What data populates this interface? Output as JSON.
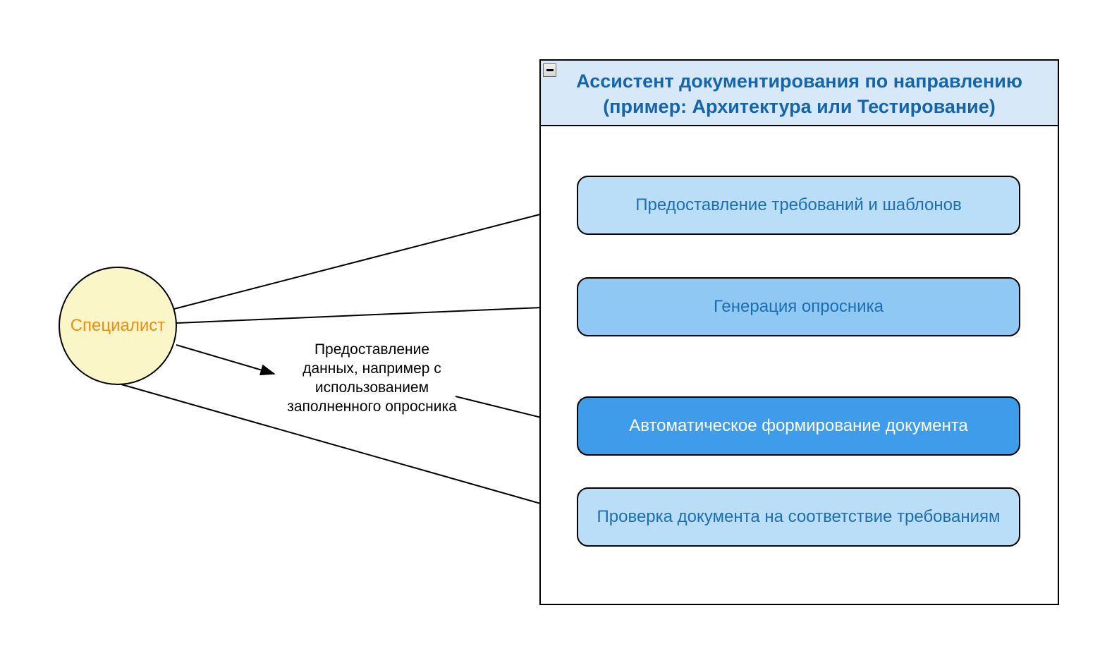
{
  "diagram": {
    "actor": {
      "label": "Специалист"
    },
    "system": {
      "title": "Ассистент документирования по направлению\n(пример: Архитектура или Тестирование)",
      "use_cases": [
        {
          "label": "Предоставление требований и шаблонов",
          "variant": "light"
        },
        {
          "label": "Генерация опросника",
          "variant": "medium"
        },
        {
          "label": "Автоматическое формирование документа",
          "variant": "primary"
        },
        {
          "label": "Проверка документа на соответствие требованиям",
          "variant": "light"
        }
      ]
    },
    "edges": [
      {
        "from": "Специалист",
        "to": "Предоставление требований и шаблонов",
        "label": ""
      },
      {
        "from": "Специалист",
        "to": "Генерация опросника",
        "label": ""
      },
      {
        "from": "Специалист",
        "to": "Автоматическое формирование документа",
        "label": "Предоставление\nданных, например с\nиспользованием\nзаполненного опросника"
      },
      {
        "from": "Специалист",
        "to": "Проверка документа на соответствие требованиям",
        "label": ""
      }
    ],
    "icons": [
      {
        "name": "collapse-minus-icon",
        "glyph": "−"
      }
    ],
    "colors": {
      "header_bg": "#d7e9f8",
      "title_text": "#1565ad",
      "usecase_light_bg": "#bbdef8",
      "usecase_medium_bg": "#8fc8f2",
      "usecase_primary_bg": "#3e9cea",
      "usecase_text": "#1b6eb5",
      "usecase_primary_text": "#ffffff",
      "actor_bg": "#faf6c8",
      "actor_text": "#f28c0e",
      "line": "#000000",
      "border": "#000000"
    }
  }
}
